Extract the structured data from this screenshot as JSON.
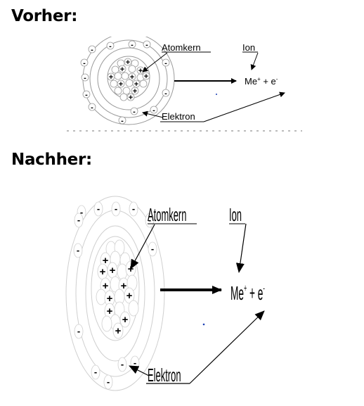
{
  "sections": {
    "before_title": "Vorher:",
    "after_title": "Nachher:"
  },
  "labels": {
    "nucleus": "Atomkern",
    "ion": "Ion",
    "electron": "Elektron",
    "me": "Me",
    "me_sup": "+",
    "plus": " + e",
    "e_sup": "-"
  },
  "symbols": {
    "proton": "+",
    "electron": "-"
  },
  "colors": {
    "text": "#000000",
    "shell_stroke": "#9a9a9a",
    "after_shell_stroke": "#cfcfcf",
    "stray_mark": "#1a3fb3"
  }
}
